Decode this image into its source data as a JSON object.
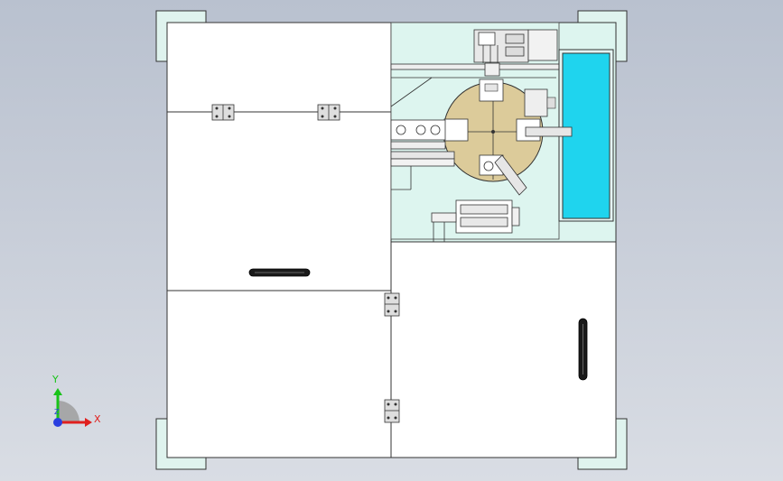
{
  "view": {
    "background_top": "#b9c1cf",
    "background_bottom": "#d9dde4",
    "cabinet_fill": "#ffffff",
    "mount_fill": "#dff3ee",
    "plate_fill": "#ddf5ef",
    "turntable_fill": "#dccb9a",
    "panel_fill": "#1fd4ee",
    "line_color": "#222222"
  },
  "triad": {
    "x_label": "X",
    "y_label": "Y",
    "z_label": "Z",
    "x_color": "#e0201e",
    "y_color": "#19c319",
    "z_color": "#2a3fe0"
  }
}
